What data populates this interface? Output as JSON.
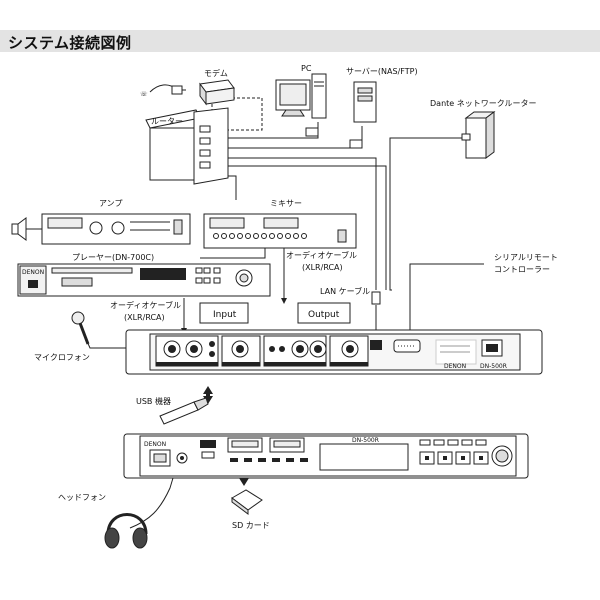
{
  "title": "システム接続図例",
  "labels": {
    "modem": "モデム",
    "pc": "PC",
    "server": "サーバー(NAS/FTP)",
    "router": "ルーター",
    "dante_router": "Dante ネットワークルーター",
    "amp": "アンプ",
    "mixer": "ミキサー",
    "player": "プレーヤー(DN-700C)",
    "audio_cable_top_line1": "オーディオケーブル",
    "audio_cable_top_line2": "(XLR/RCA)",
    "audio_cable_left_line1": "オーディオケーブル",
    "audio_cable_left_line2": "(XLR/RCA)",
    "lan_cable": "LAN ケーブル",
    "serial_remote_line1": "シリアルリモート",
    "serial_remote_line2": "コントローラー",
    "input": "Input",
    "output": "Output",
    "microphone": "マイクロフォン",
    "usb": "USB 機器",
    "headphone": "ヘッドフォン",
    "sd_card": "SD カード"
  },
  "device_text": {
    "denon": "DENON",
    "model": "DN-500R",
    "player_brand": "DENON"
  }
}
